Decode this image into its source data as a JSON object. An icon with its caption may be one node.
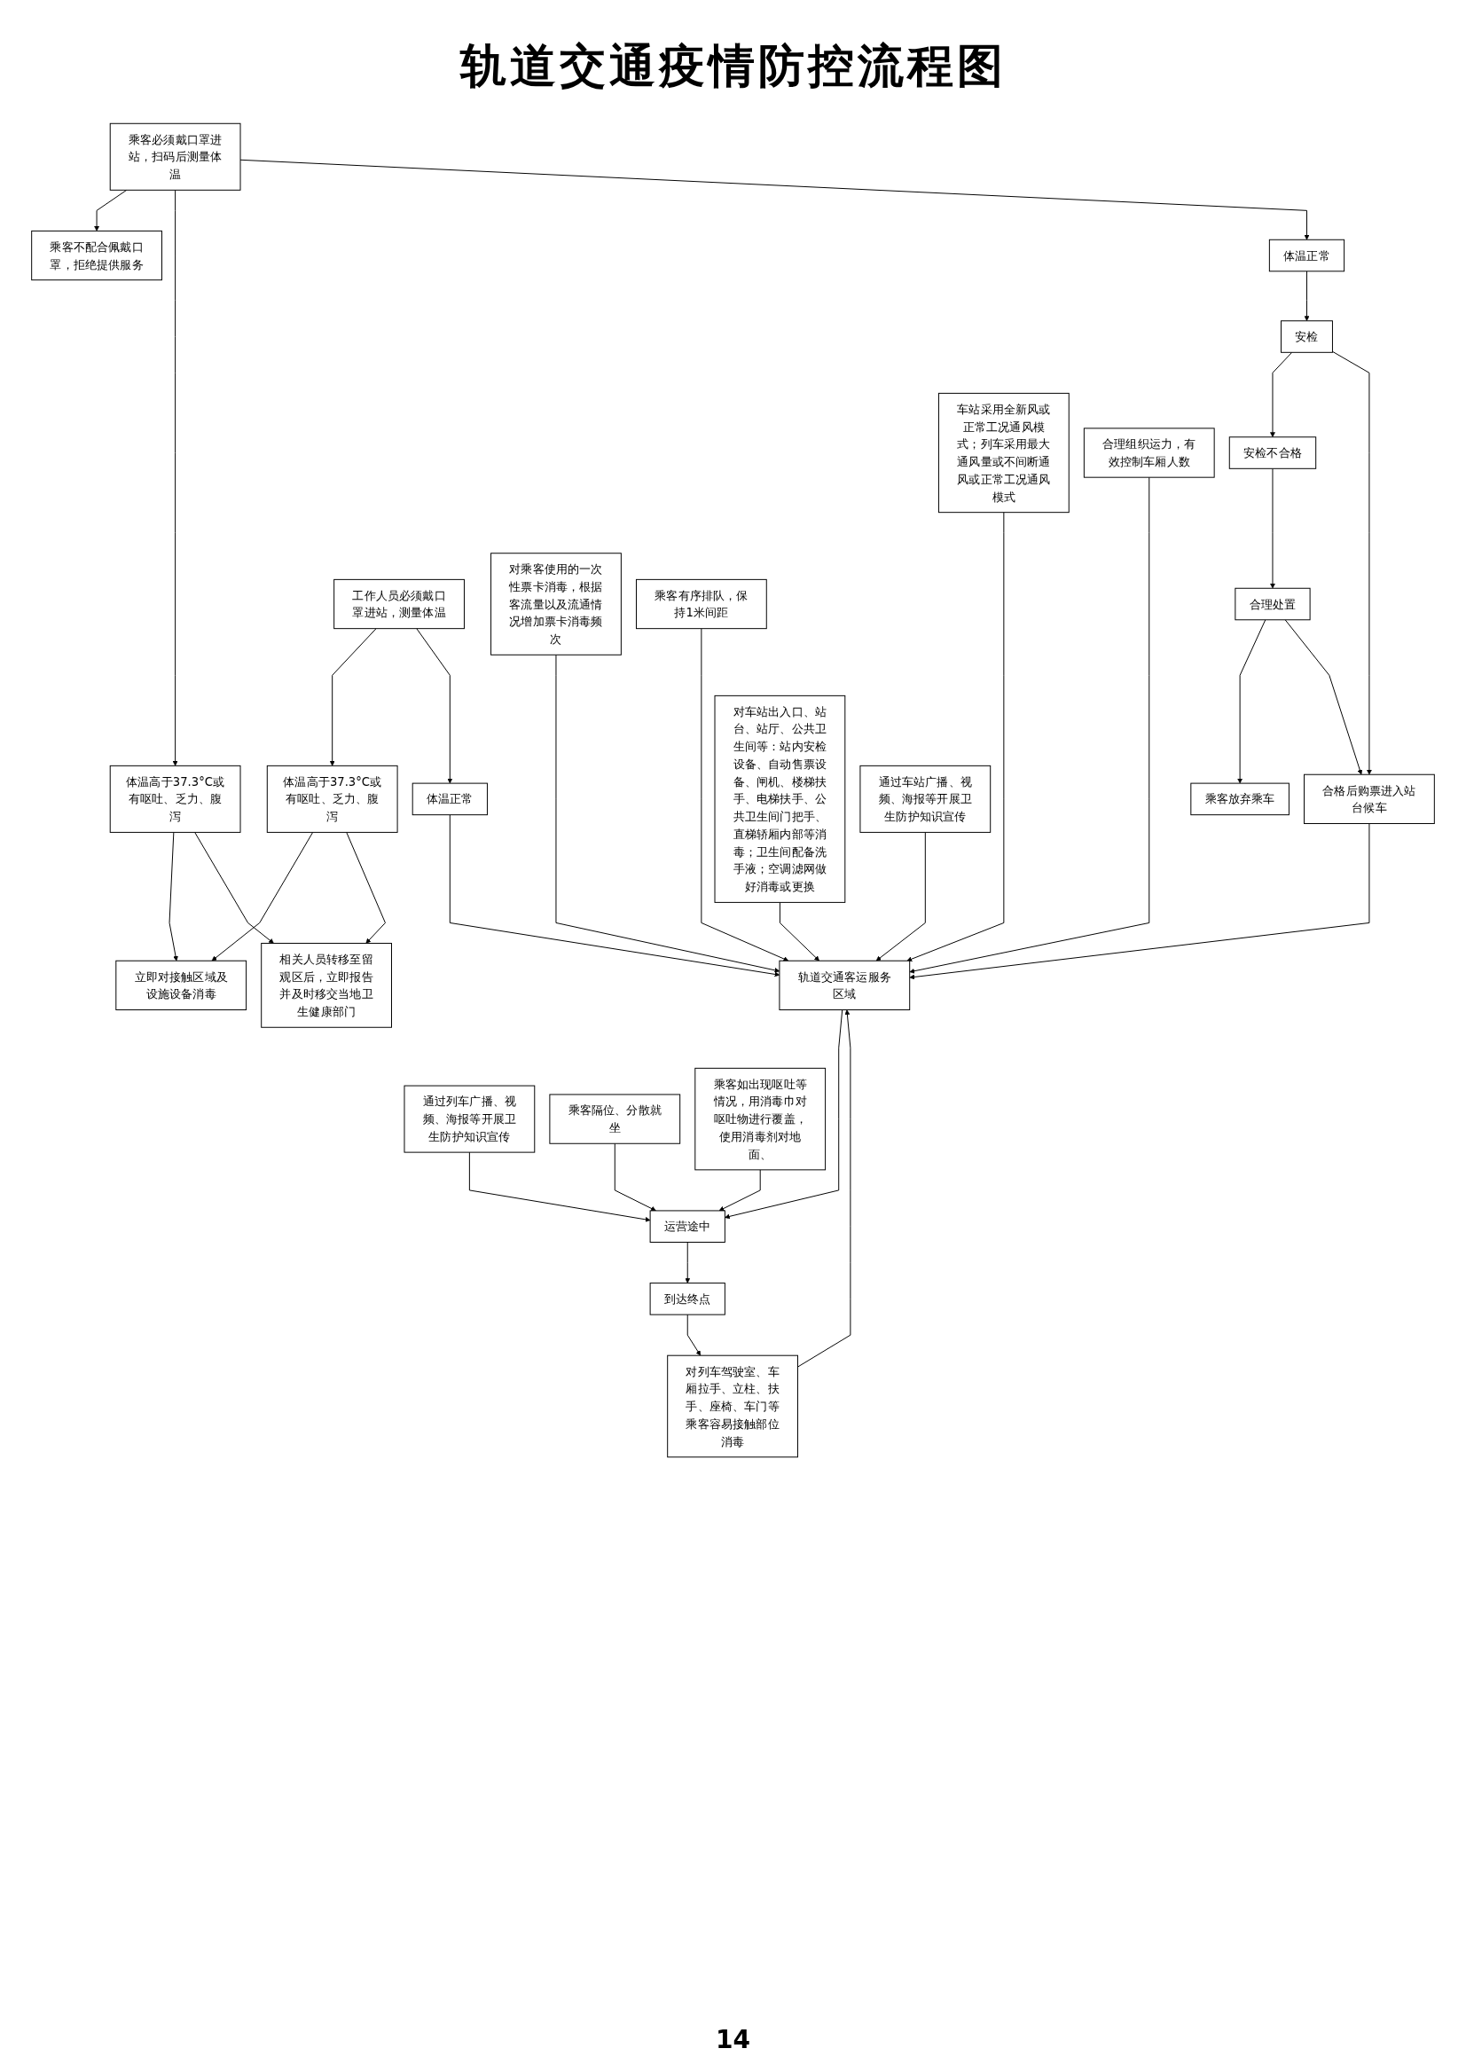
{
  "diagram": {
    "title": "轨道交通疫情防控流程图",
    "nodes": [
      {
        "text": [
          "乘客必须戴口罩进站，扫码后测量体温"
        ]
      },
      {
        "text": [
          "乘客不配合佩戴口罩，拒绝提供服务"
        ]
      },
      {
        "text": [
          "体温高于37.3°C或有呕吐、乏力、腹泻"
        ]
      },
      {
        "text": [
          "体温正常"
        ]
      },
      {
        "text": [
          "安检"
        ]
      },
      {
        "text": [
          "安检不合格"
        ]
      },
      {
        "text": [
          "合理处置"
        ]
      },
      {
        "text": [
          "乘客放弃乘车"
        ]
      },
      {
        "text": [
          "合格后购票进入站台候车"
        ]
      },
      {
        "text": [
          "工作人员必须戴口罩进站，测量体温"
        ]
      },
      {
        "text": [
          "体温高于37.3°C或有呕吐、乏力、腹泻"
        ]
      },
      {
        "text": [
          "体温正常"
        ]
      },
      {
        "text": [
          "立即对接触区域及设施设备消毒"
        ]
      },
      {
        "text": [
          "相关人员转移至留观区后，立即报告并及时移交当地卫生健康部门"
        ]
      },
      {
        "text": [
          "轨道交通客运服务区域"
        ]
      },
      {
        "text": [
          "对车站出入口、站台、站厅、公共卫生间等：站内安检设备、自动售票设备、闸机、楼梯扶手、电梯扶手、公共卫生间门把手、直梯轿厢内部等消毒；卫生间配备洗手液；空调滤网做好消毒或更换"
        ]
      },
      {
        "text": [
          "对乘客使用的一次性票卡消毒，根据客流量以及流通情况增加票卡消毒频次"
        ]
      },
      {
        "text": [
          "对列车驾驶室、车厢拉手、立柱、扶手、座椅、车门等乘客容易接触部位消毒"
        ]
      },
      {
        "text": [
          "车站采用全新风或正常工况通风模式；列车采用最大通风量或不间断通风或正常工况通风模式"
        ]
      },
      {
        "text": [
          "运营途中"
        ]
      },
      {
        "text": [
          "到达终点"
        ]
      },
      {
        "text": [
          "通过车站广播、视频、海报等开展卫生防护知识宣传"
        ]
      },
      {
        "text": [
          "乘客有序排队，保持1米间距"
        ]
      },
      {
        "text": [
          "合理组织运力，有效控制车厢人数"
        ]
      },
      {
        "text": [
          "通过列车广播、视频、海报等开展卫生防护知识宣传"
        ]
      },
      {
        "text": [
          "乘客隔位、分散就坐"
        ]
      },
      {
        "text": [
          "乘客如出现呕吐等情况，用消毒巾对呕吐物进行覆盖，使用消毒剂对地面、"
        ]
      }
    ],
    "edges": [
      {
        "from": 0,
        "to": 1,
        "arrow": "to"
      },
      {
        "from": 0,
        "to": 2,
        "arrow": "to"
      },
      {
        "from": 0,
        "to": 3,
        "arrow": "to"
      },
      {
        "from": 3,
        "to": 4,
        "arrow": "to"
      },
      {
        "from": 4,
        "to": 5,
        "arrow": "to"
      },
      {
        "from": 4,
        "to": 8,
        "arrow": "to"
      },
      {
        "from": 5,
        "to": 6,
        "arrow": "to"
      },
      {
        "from": 6,
        "to": 7,
        "arrow": "to"
      },
      {
        "from": 6,
        "to": 8,
        "arrow": "to"
      },
      {
        "from": 2,
        "to": 12,
        "arrow": "to"
      },
      {
        "from": 2,
        "to": 13,
        "arrow": "to"
      },
      {
        "from": 9,
        "to": 10,
        "arrow": "to"
      },
      {
        "from": 9,
        "to": 11,
        "arrow": "to"
      },
      {
        "from": 10,
        "to": 12,
        "arrow": "to"
      },
      {
        "from": 10,
        "to": 13,
        "arrow": "to"
      },
      {
        "from": 11,
        "to": 14,
        "arrow": "to"
      },
      {
        "from": 8,
        "to": 14,
        "arrow": "to"
      },
      {
        "from": 21,
        "to": 14,
        "arrow": "to"
      },
      {
        "from": 22,
        "to": 14,
        "arrow": "to"
      },
      {
        "from": 23,
        "to": 14,
        "arrow": "to"
      },
      {
        "from": 15,
        "to": 14,
        "arrow": "to"
      },
      {
        "from": 16,
        "to": 14,
        "arrow": "to"
      },
      {
        "from": 17,
        "to": 14,
        "arrow": "to"
      },
      {
        "from": 18,
        "to": 14,
        "arrow": "to"
      },
      {
        "from": 14,
        "to": 19,
        "arrow": "to"
      },
      {
        "from": 19,
        "to": 20,
        "arrow": "to"
      },
      {
        "from": 20,
        "to": 17,
        "arrow": "to"
      },
      {
        "from": 24,
        "to": 19,
        "arrow": "to"
      },
      {
        "from": 25,
        "to": 19,
        "arrow": "to"
      },
      {
        "from": 26,
        "to": 19,
        "arrow": "to"
      }
    ],
    "labels": [
      "14"
    ]
  }
}
